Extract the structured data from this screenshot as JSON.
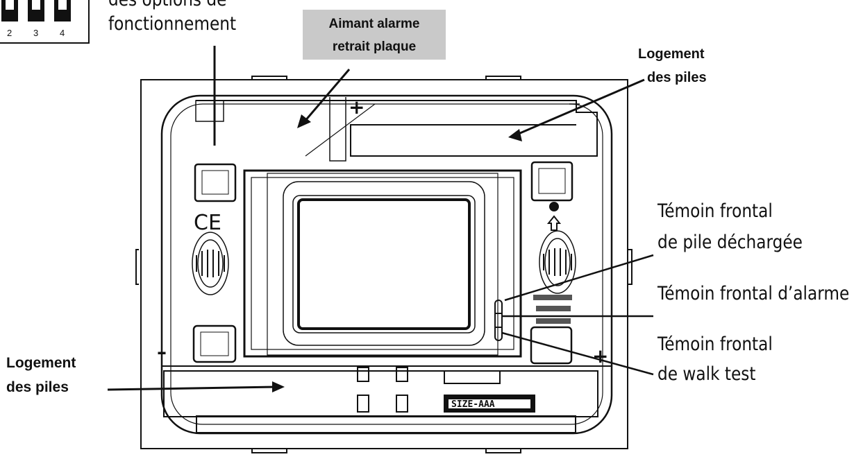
{
  "labels": {
    "options_line1": "des options de",
    "options_line2": "fonctionnement",
    "magnet_line1": "Aimant alarme",
    "magnet_line2": "retrait plaque",
    "battery_top_line1": "Logement",
    "battery_top_line2": "des piles",
    "battery_bottom_line1": "Logement",
    "battery_bottom_line2": "des piles",
    "low_battery_line1": "Témoin frontal",
    "low_battery_line2": "de pile déchargée",
    "alarm_led": "Témoin frontal d’alarme",
    "walk_test_line1": "Témoin frontal",
    "walk_test_line2": "de walk test"
  },
  "dip_switch": {
    "numbers": [
      "2",
      "3",
      "4"
    ]
  },
  "device": {
    "ce_mark": "CE",
    "size_marking": "SIZE-AAA",
    "plus_top": "+",
    "plus_right": "+",
    "minus_left": "–"
  }
}
